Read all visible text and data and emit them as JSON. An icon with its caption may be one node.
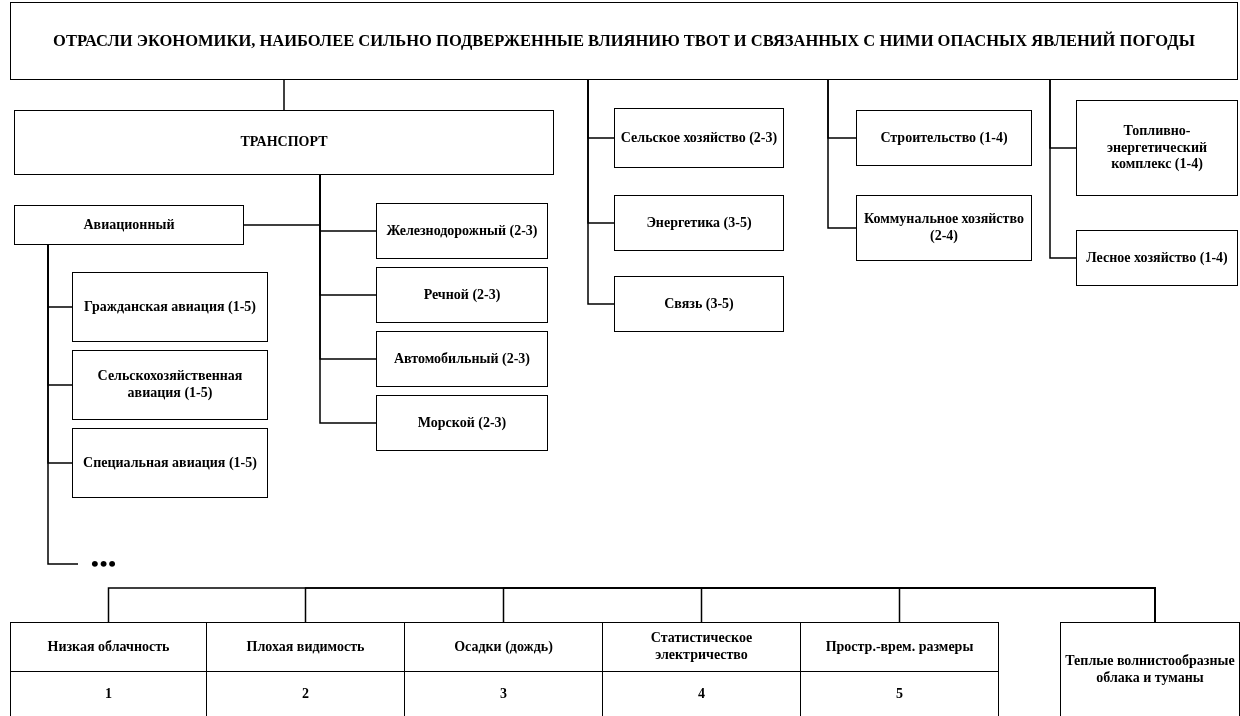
{
  "diagram": {
    "nodes": [
      {
        "text": [
          "ОТРАСЛИ ЭКОНОМИКИ, НАИБОЛЕЕ СИЛЬНО ПОДВЕРЖЕННЫЕ ВЛИЯНИЮ ТВОТ И СВЯЗАННЫХ С НИМИ ОПАСНЫХ ЯВЛЕНИЙ ПОГОДЫ"
        ]
      },
      {
        "text": [
          "ТРАНСПОРТ"
        ]
      },
      {
        "text": [
          "Авиационный"
        ]
      },
      {
        "text": [
          "Гражданская авиация (1-5)"
        ]
      },
      {
        "text": [
          "Сельскохозяйственная авиация (1-5)"
        ]
      },
      {
        "text": [
          "Специальная авиация (1-5)"
        ]
      },
      {
        "text": [
          "•••"
        ]
      },
      {
        "text": [
          "Железнодорожный (2-3)"
        ]
      },
      {
        "text": [
          "Речной (2-3)"
        ]
      },
      {
        "text": [
          "Автомобильный (2-3)"
        ]
      },
      {
        "text": [
          "Морской (2-3)"
        ]
      },
      {
        "text": [
          "Сельское хозяйство (2-3)"
        ]
      },
      {
        "text": [
          "Энергетика (3-5)"
        ]
      },
      {
        "text": [
          "Связь (3-5)"
        ]
      },
      {
        "text": [
          "Строительство (1-4)"
        ]
      },
      {
        "text": [
          "Коммунальное хозяйство (2-4)"
        ]
      },
      {
        "text": [
          "Топливно-энергетический комплекс (1-4)"
        ]
      },
      {
        "text": [
          "Лесное хозяйство (1-4)"
        ]
      },
      {
        "text": [
          "Низкая облачность",
          "1"
        ]
      },
      {
        "text": [
          "Плохая видимость",
          "2"
        ]
      },
      {
        "text": [
          "Осадки (дождь)",
          "3"
        ]
      },
      {
        "text": [
          "Статистическое электричество",
          "4"
        ]
      },
      {
        "text": [
          "Простр.-врем. размеры",
          "5"
        ]
      },
      {
        "text": [
          "Теплые волнистообразные облака и туманы"
        ]
      }
    ],
    "edges": [
      {
        "from": 0,
        "to": 1,
        "arrow": "none"
      },
      {
        "from": 0,
        "to": 11,
        "arrow": "none"
      },
      {
        "from": 0,
        "to": 12,
        "arrow": "none"
      },
      {
        "from": 0,
        "to": 13,
        "arrow": "none"
      },
      {
        "from": 0,
        "to": 14,
        "arrow": "none"
      },
      {
        "from": 0,
        "to": 15,
        "arrow": "none"
      },
      {
        "from": 0,
        "to": 16,
        "arrow": "none"
      },
      {
        "from": 0,
        "to": 17,
        "arrow": "none"
      },
      {
        "from": 1,
        "to": 2,
        "arrow": "none"
      },
      {
        "from": 1,
        "to": 7,
        "arrow": "none"
      },
      {
        "from": 1,
        "to": 8,
        "arrow": "none"
      },
      {
        "from": 1,
        "to": 9,
        "arrow": "none"
      },
      {
        "from": 1,
        "to": 10,
        "arrow": "none"
      },
      {
        "from": 2,
        "to": 3,
        "arrow": "none"
      },
      {
        "from": 2,
        "to": 4,
        "arrow": "none"
      },
      {
        "from": 2,
        "to": 5,
        "arrow": "none"
      },
      {
        "from": 2,
        "to": 6,
        "arrow": "none"
      },
      {
        "from": 23,
        "to": 18,
        "arrow": "none"
      },
      {
        "from": 23,
        "to": 19,
        "arrow": "none"
      },
      {
        "from": 23,
        "to": 20,
        "arrow": "none"
      },
      {
        "from": 23,
        "to": 21,
        "arrow": "none"
      },
      {
        "from": 23,
        "to": 22,
        "arrow": "none"
      }
    ]
  }
}
